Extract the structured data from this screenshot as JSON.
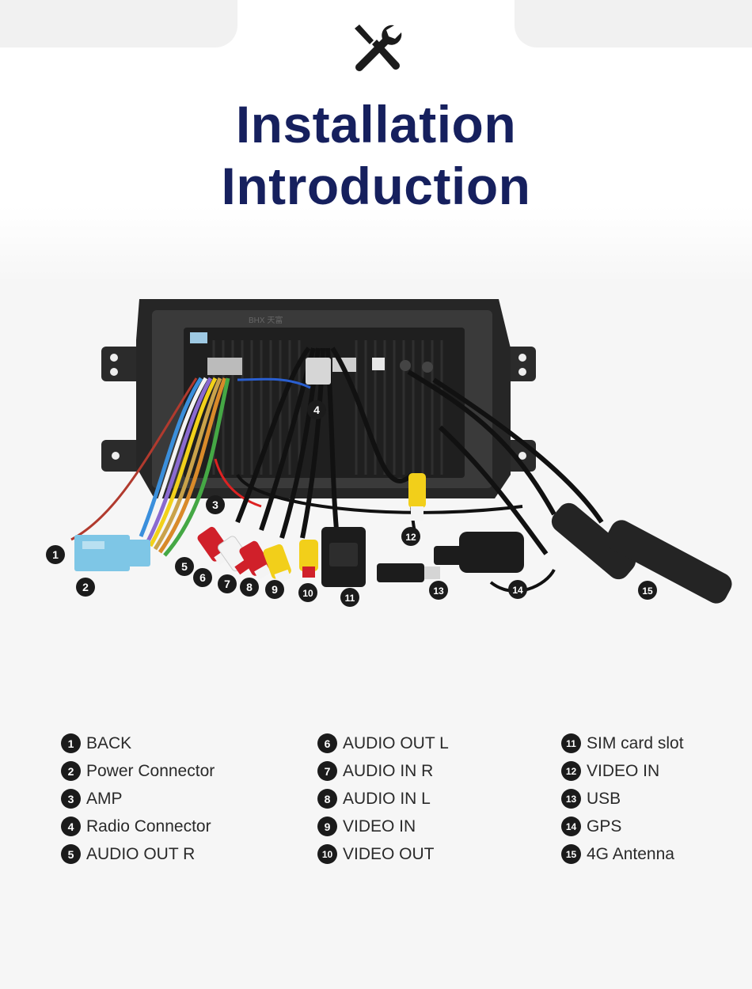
{
  "title": {
    "line1": "Installation",
    "line2": "Introduction"
  },
  "photo": {
    "brand_mark": "BHX 天富"
  },
  "callouts": [
    "1",
    "2",
    "3",
    "4",
    "5",
    "6",
    "7",
    "8",
    "9",
    "10",
    "11",
    "12",
    "13",
    "14",
    "15"
  ],
  "legend": {
    "columns": [
      [
        {
          "num": "1",
          "label": "BACK"
        },
        {
          "num": "2",
          "label": "Power Connector"
        },
        {
          "num": "3",
          "label": "AMP"
        },
        {
          "num": "4",
          "label": "Radio Connector"
        },
        {
          "num": "5",
          "label": "AUDIO OUT R"
        }
      ],
      [
        {
          "num": "6",
          "label": "AUDIO OUT L"
        },
        {
          "num": "7",
          "label": "AUDIO IN R"
        },
        {
          "num": "8",
          "label": "AUDIO IN L"
        },
        {
          "num": "9",
          "label": "VIDEO IN"
        },
        {
          "num": "10",
          "label": "VIDEO OUT"
        }
      ],
      [
        {
          "num": "11",
          "label": "SIM card slot"
        },
        {
          "num": "12",
          "label": "VIDEO IN"
        },
        {
          "num": "13",
          "label": "USB"
        },
        {
          "num": "14",
          "label": "GPS"
        },
        {
          "num": "15",
          "label": "4G Antenna"
        }
      ]
    ]
  },
  "colors": {
    "title": "#16205e",
    "badge": "#1b1b1b",
    "connector_blue": "#7ec6e6",
    "rca_red": "#d0202a",
    "rca_yellow": "#f2cf1a",
    "rca_white": "#f4f4f4"
  },
  "icons": {
    "header": "screwdriver-wrench-icon"
  }
}
